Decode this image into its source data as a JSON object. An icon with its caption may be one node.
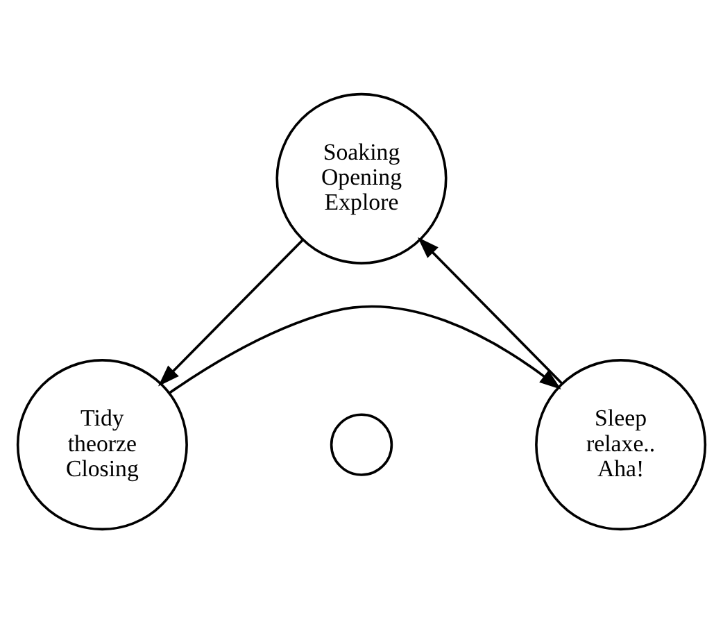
{
  "diagram": {
    "nodes": [
      {
        "text": [
          "Soaking",
          "Opening",
          "Explore"
        ]
      },
      {
        "text": [
          "Tidy",
          "theorze",
          "Closing"
        ]
      },
      {
        "text": [
          "Sleep",
          "relaxe..",
          "Aha!"
        ]
      },
      {
        "text": [],
        "shape": "circle"
      }
    ],
    "edges": [
      {
        "from": 0,
        "to": 1,
        "arrow": "to"
      },
      {
        "from": 1,
        "to": 2,
        "arrow": "to"
      },
      {
        "from": 2,
        "to": 0,
        "arrow": "to"
      }
    ]
  }
}
